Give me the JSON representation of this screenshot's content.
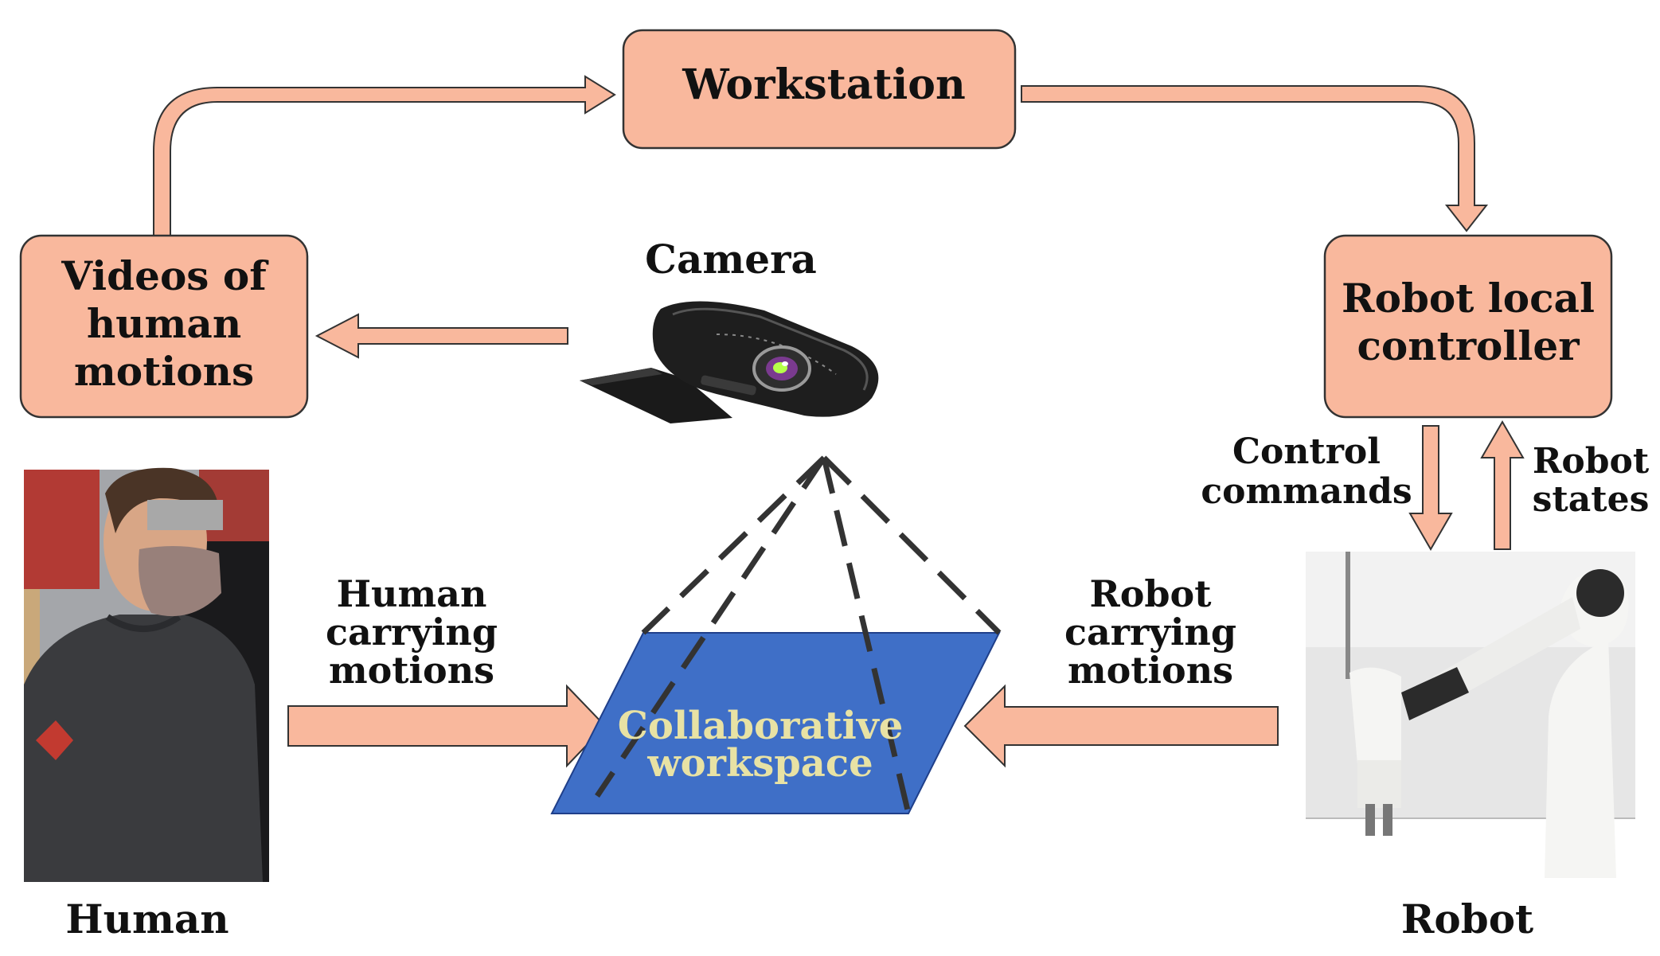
{
  "nodes": {
    "workstation": "Workstation",
    "videos": [
      "Videos of",
      "human",
      "motions"
    ],
    "controller": [
      "Robot local",
      "controller"
    ],
    "camera": "Camera",
    "workspace": [
      "Collaborative",
      "workspace"
    ],
    "human": "Human",
    "robot": "Robot"
  },
  "edges": {
    "human_motions": [
      "Human",
      "carrying",
      "motions"
    ],
    "robot_motions": [
      "Robot",
      "carrying",
      "motions"
    ],
    "control_commands": [
      "Control",
      "commands"
    ],
    "robot_states": [
      "Robot",
      "states"
    ]
  },
  "colors": {
    "box_fill": "#f9b89d",
    "workspace_fill": "#3f6fc7",
    "workspace_text": "#e8e2a4"
  },
  "icons": {
    "camera": "webcam-icon",
    "human_photo": "person-photo",
    "robot_photo": "robot-arm-photo"
  }
}
